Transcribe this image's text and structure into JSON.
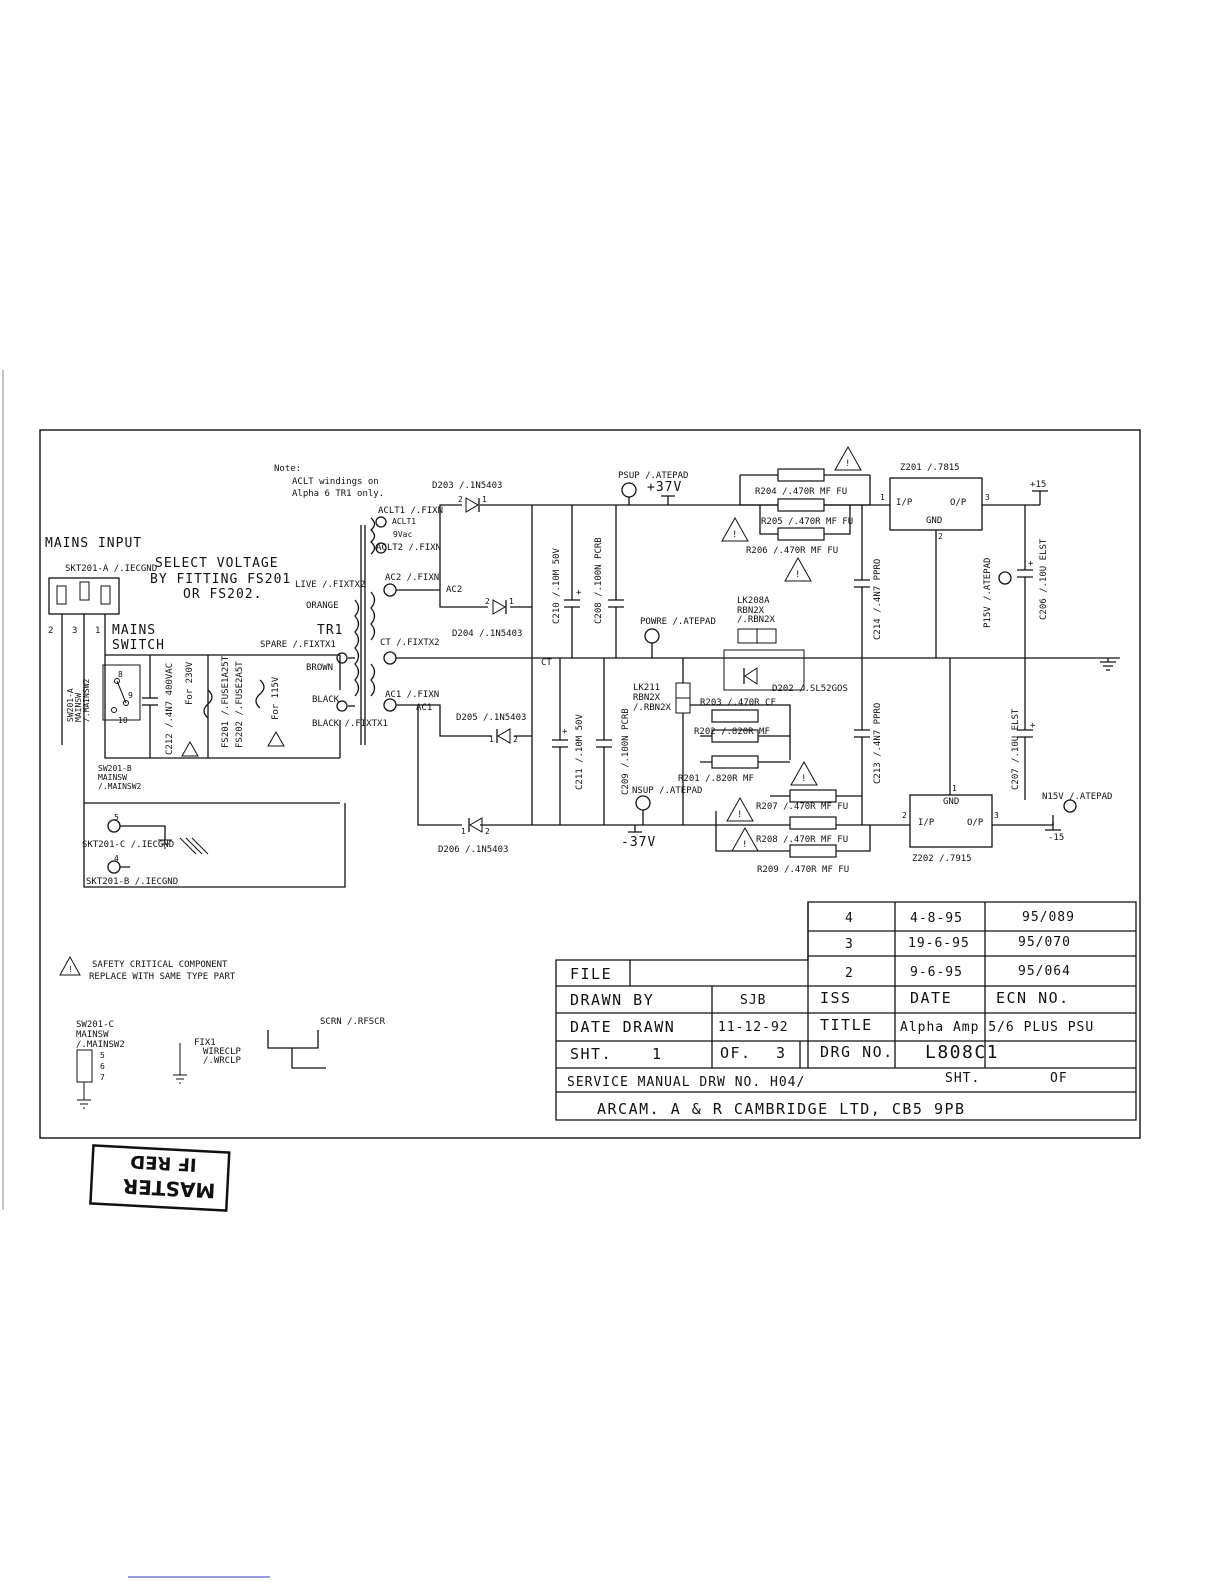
{
  "note": {
    "heading": "Note:",
    "line1": "ACLT windings on",
    "line2": "Alpha 6 TR1 only."
  },
  "mains": {
    "title": "MAINS INPUT",
    "skt_a": "SKT201-A /.IECGND",
    "select1": "SELECT VOLTAGE",
    "select2": "BY FITTING FS201",
    "select3": "OR FS202.",
    "pins": [
      "2",
      "3",
      "1"
    ],
    "switch1": "MAINS",
    "switch2": "SWITCH",
    "sw_a": "SW201-A",
    "sw_a2": "MAINSW",
    "sw_a3": "/.MAINSW2",
    "sw_b1": "SW201-B",
    "sw_b2": "MAINSW",
    "sw_b3": "/.MAINSW2",
    "sw_pins": [
      "8",
      "9",
      "10"
    ],
    "c212": "C212 /.4N7 400VAC",
    "for230": "For 230V",
    "fs201": "FS201 /.FUSE1A25T",
    "fs202": "FS202 /.FUSE2A5T",
    "for115": "For 115V",
    "skt_c": "SKT201-C /.IECGND",
    "skt_b": "SKT201-B /.IECGND",
    "pin5": "5",
    "pin4": "4"
  },
  "transformer": {
    "name": "TR1",
    "live": "LIVE /.FIXTX2",
    "orange": "ORANGE",
    "spare": "SPARE /.FIXTX1",
    "brown": "BROWN",
    "black1": "BLACK",
    "black2": "BLACK /.FIXTX1",
    "aclt1": "ACLT1 /.FIXN",
    "aclt1b": "ACLT1",
    "v9": "9Vac",
    "aclt2": "ACLT2 /.FIXN",
    "ac2": "AC2 /.FIXN",
    "ac2b": "AC2",
    "ct": "CT /.FIXTX2",
    "ct2": "CT",
    "ac1": "AC1 /.FIXN",
    "ac1b": "AC1"
  },
  "diodes": {
    "d203": "D203 /.1N5403",
    "d204": "D204 /.1N5403",
    "d205": "D205 /.1N5403",
    "d206": "D206 /.1N5403",
    "pin1": "1",
    "pin2": "2"
  },
  "caps": {
    "c210": "C210 /.10M 50V",
    "c208": "C208 /.100N PCRB",
    "c211": "C211 /.10M 50V",
    "c209": "C209 /.100N PCRB",
    "c214": "C214 /.4N7 PPRO",
    "c213": "C213 /.4N7 PPRO",
    "c206": "C206 /.10U ELST",
    "c207": "C207 /.10U ELST",
    "plus": "+"
  },
  "supply": {
    "psup": "PSUP /.ATEPAD",
    "p37": "+37V",
    "nsup": "NSUP /.ATEPAD",
    "n37": "-37V",
    "powre": "POWRE /.ATEPAD",
    "p15v": "P15V /.ATEPAD",
    "p15": "+15",
    "n15v": "N15V /.ATEPAD",
    "n15": "-15"
  },
  "resistors": {
    "r204": "R204 /.470R MF FU",
    "r205": "R205 /.470R MF FU",
    "r206": "R206 /.470R MF FU",
    "r203": "R203 /.470R CF",
    "r202": "R202 /.820R MF",
    "r201": "R201 /.820R MF",
    "r207": "R207 /.470R MF FU",
    "r208": "R208 /.470R MF FU",
    "r209": "R209 /.470R MF FU"
  },
  "links": {
    "lk208a": "LK208A",
    "lk208b": "RBN2X",
    "lk208c": "/.RBN2X",
    "lk211a": "LK211",
    "lk211b": "RBN2X",
    "lk211c": "/.RBN2X",
    "d202": "D202 /.SL52GOS"
  },
  "regulators": {
    "z201": "Z201 /.7815",
    "z202": "Z202 /.7915",
    "ip": "I/P",
    "op": "O/P",
    "gnd": "GND",
    "n1": "1",
    "n2": "2",
    "n3": "3"
  },
  "safety": {
    "line1": "SAFETY CRITICAL COMPONENT",
    "line2": "REPLACE WITH SAME TYPE PART"
  },
  "misc": {
    "sw_c1": "SW201-C",
    "sw_c2": "MAINSW",
    "sw_c3": "/.MAINSW2",
    "sw_c_pins": [
      "5",
      "6",
      "7"
    ],
    "fix1": "FIX1",
    "fix2": "WIRECLP",
    "fix3": "/.WRCLP",
    "scrn": "SCRN /.RFSCR"
  },
  "titleblock": {
    "revisions": [
      {
        "iss": "4",
        "date": "4-8-95",
        "ecn": "95/089"
      },
      {
        "iss": "3",
        "date": "19-6-95",
        "ecn": "95/070"
      },
      {
        "iss": "2",
        "date": "9-6-95",
        "ecn": "95/064"
      }
    ],
    "file_label": "FILE",
    "drawn_by_label": "DRAWN BY",
    "drawn_by": "SJB",
    "iss_label": "ISS",
    "date_label": "DATE",
    "ecn_label": "ECN NO.",
    "date_drawn_label": "DATE DRAWN",
    "date_drawn": "11-12-92",
    "title_label": "TITLE",
    "title": "Alpha Amp 5/6 PLUS PSU",
    "sht_label": "SHT.",
    "sht": "1",
    "of_label": "OF.",
    "of": "3",
    "drg_label": "DRG NO.",
    "drg": "L808C1",
    "service": "SERVICE MANUAL DRW NO. H04/",
    "sht2": "SHT.",
    "of2": "OF",
    "company": "ARCAM. A & R CAMBRIDGE LTD, CB5 9PB"
  },
  "stamp": {
    "line1": "MASTER",
    "line2": "IF RED"
  }
}
